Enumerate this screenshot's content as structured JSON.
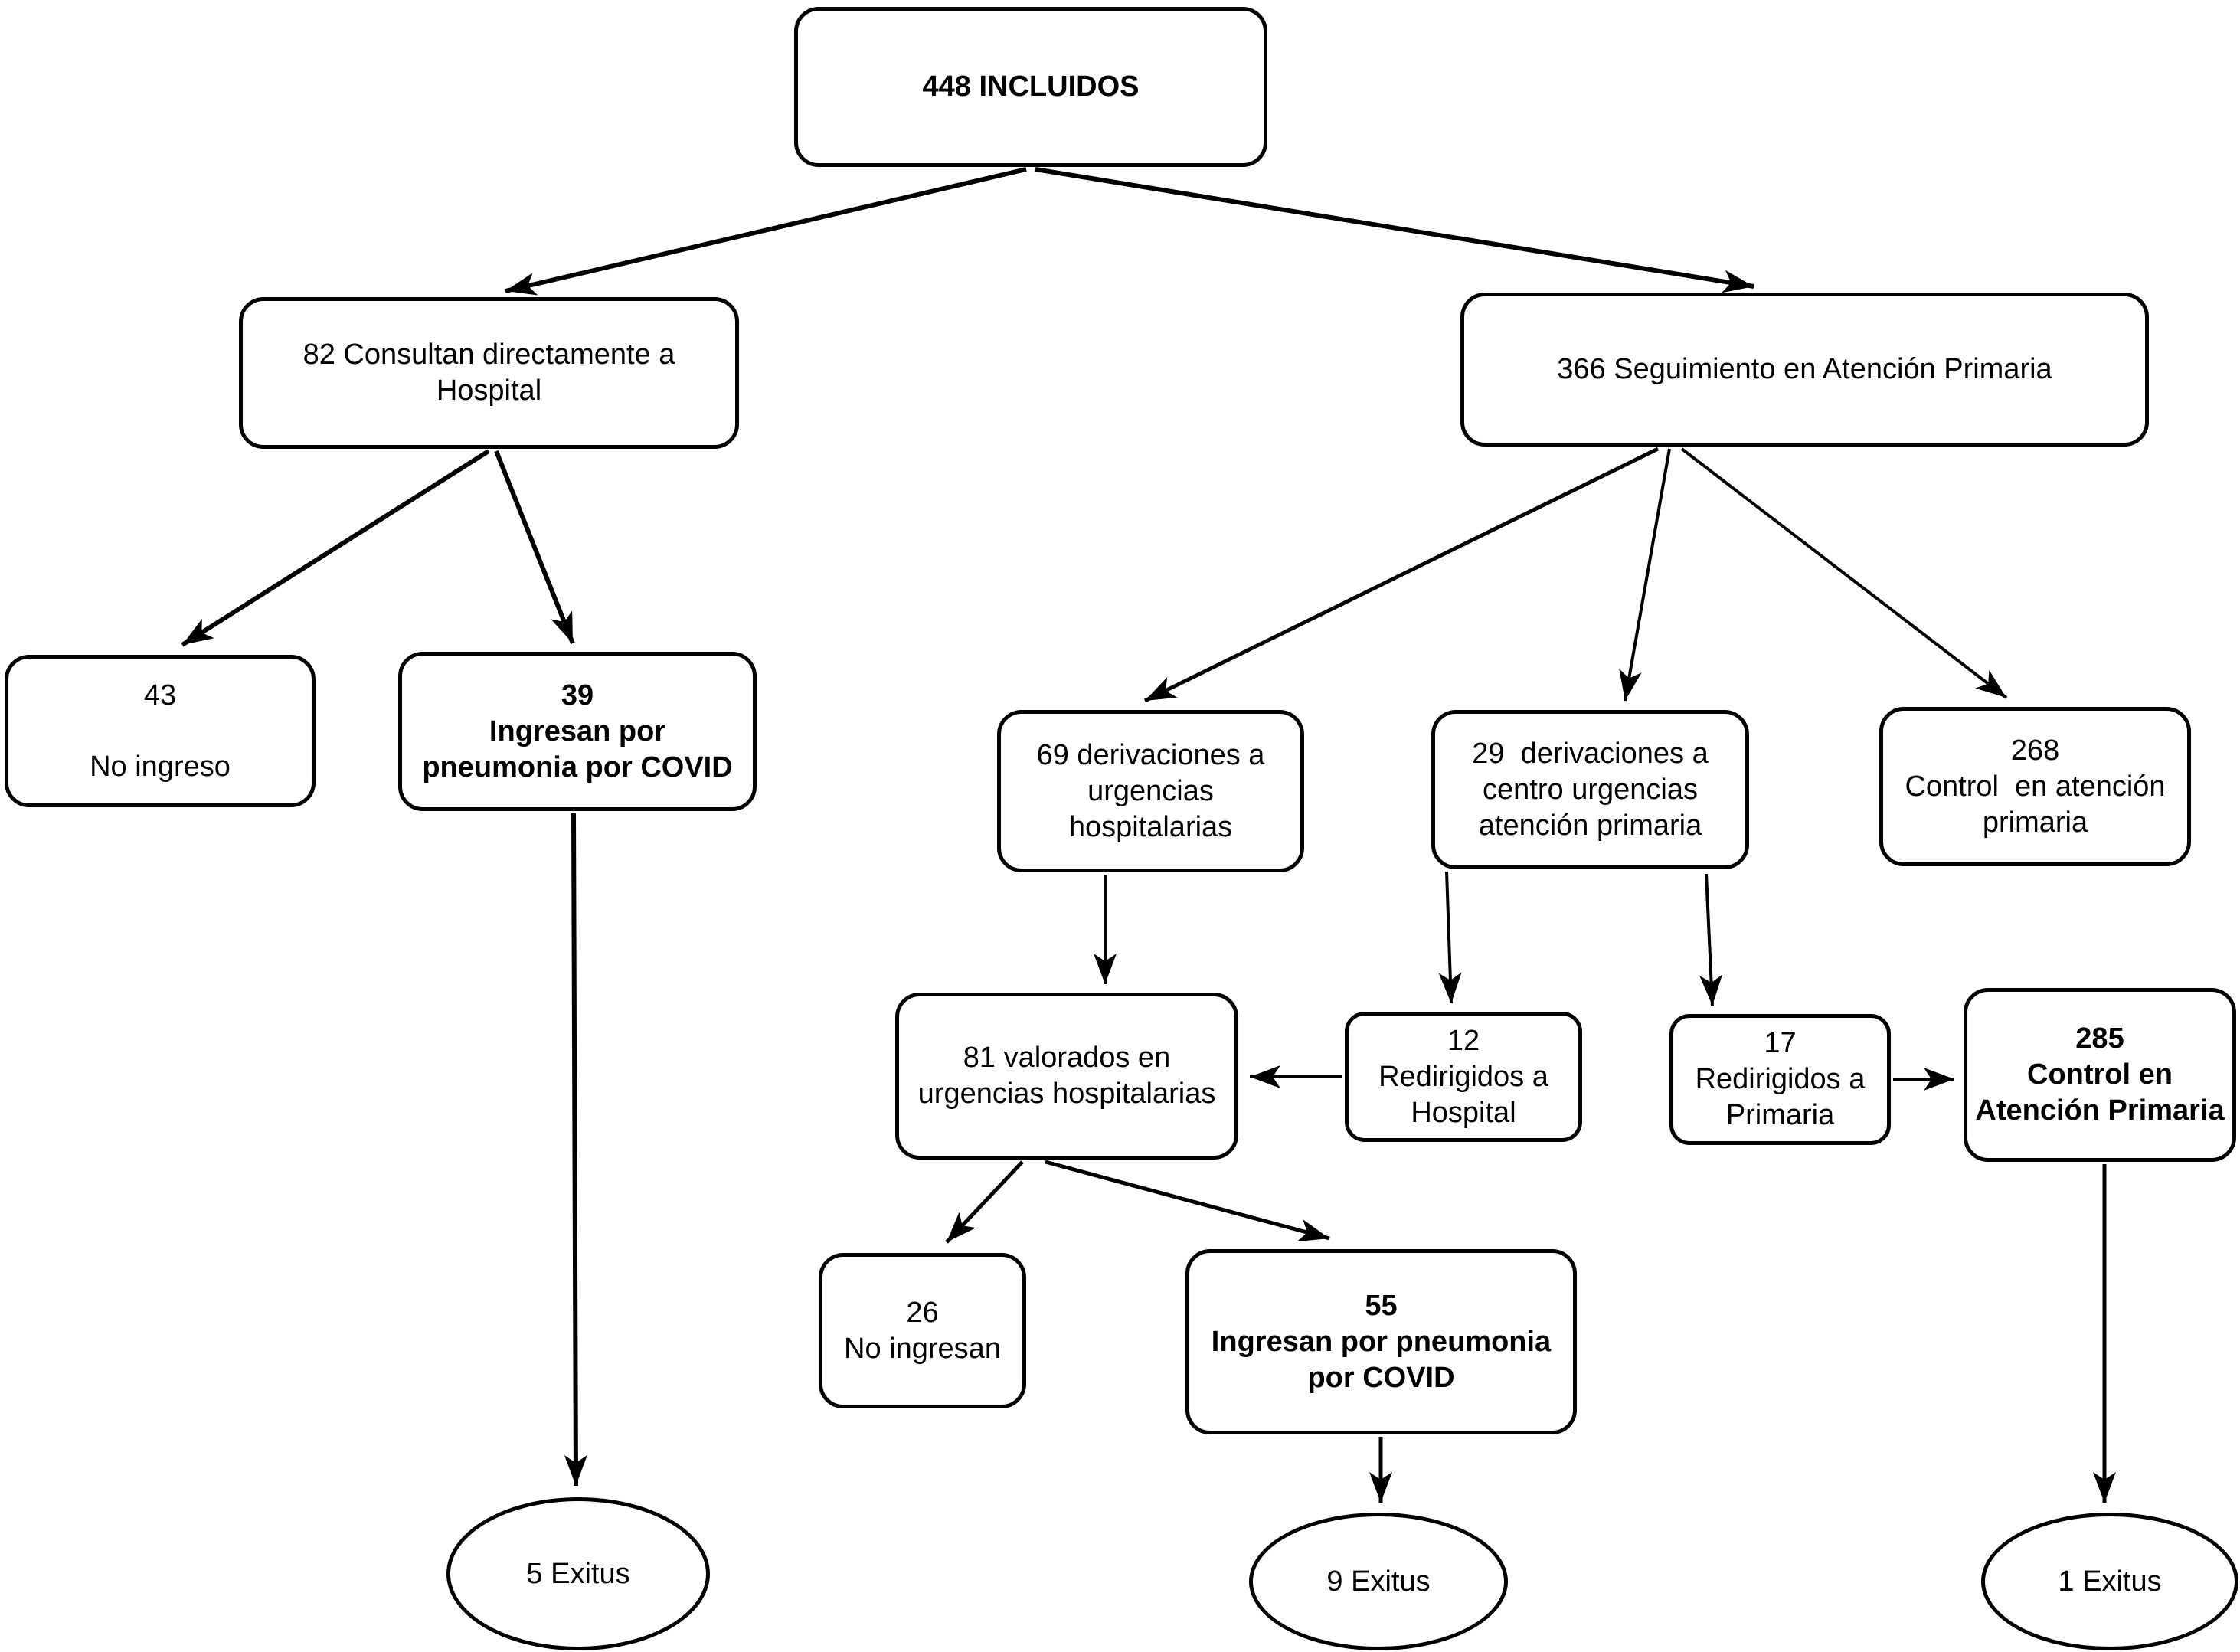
{
  "diagram": {
    "type": "flowchart",
    "background": "#ffffff",
    "line_color": "#000000",
    "box_fill": "#ffffff",
    "nodes": {
      "incluidos": {
        "lines": [
          "448 INCLUIDOS"
        ],
        "bold": true,
        "shape": "rounded-box"
      },
      "consultan_hospital": {
        "lines": [
          "82 Consultan directamente a",
          "Hospital"
        ],
        "bold": false,
        "shape": "rounded-box"
      },
      "seguimiento_ap": {
        "lines": [
          "366 Seguimiento en Atención Primaria"
        ],
        "bold": false,
        "shape": "rounded-box"
      },
      "no_ingreso_43": {
        "lines": [
          "43",
          "No ingreso"
        ],
        "bold": false,
        "shape": "rounded-box"
      },
      "ingresan_pneumonia_39": {
        "lines": [
          "39",
          "Ingresan por",
          "pneumonia por COVID"
        ],
        "bold": true,
        "shape": "rounded-box"
      },
      "derivaciones_urgencias_69": {
        "lines": [
          "69 derivaciones a",
          "urgencias",
          "hospitalarias"
        ],
        "bold": false,
        "shape": "rounded-box"
      },
      "derivaciones_centro_29": {
        "lines": [
          "29  derivaciones a",
          "centro urgencias",
          "atención primaria"
        ],
        "bold": false,
        "shape": "rounded-box"
      },
      "control_atencion_268": {
        "lines": [
          "268",
          "Control  en atención",
          "primaria"
        ],
        "bold": false,
        "shape": "rounded-box"
      },
      "valorados_urgencias_81": {
        "lines": [
          "81 valorados en",
          "urgencias hospitalarias"
        ],
        "bold": false,
        "shape": "rounded-box"
      },
      "redirigidos_hospital_12": {
        "lines": [
          "12",
          "Redirigidos a",
          "Hospital"
        ],
        "bold": false,
        "shape": "rounded-box"
      },
      "redirigidos_primaria_17": {
        "lines": [
          "17",
          "Redirigidos a",
          "Primaria"
        ],
        "bold": false,
        "shape": "rounded-box"
      },
      "control_atencion_285": {
        "lines": [
          "285",
          "Control en",
          "Atención Primaria"
        ],
        "bold": true,
        "shape": "rounded-box"
      },
      "no_ingresan_26": {
        "lines": [
          "26",
          "No ingresan"
        ],
        "bold": false,
        "shape": "rounded-box"
      },
      "ingresan_pneumonia_55": {
        "lines": [
          "55",
          "Ingresan por pneumonia",
          "por COVID"
        ],
        "bold": true,
        "shape": "rounded-box"
      },
      "exitus_5": {
        "lines": [
          "5 Exitus"
        ],
        "bold": false,
        "shape": "ellipse"
      },
      "exitus_9": {
        "lines": [
          "9 Exitus"
        ],
        "bold": false,
        "shape": "ellipse"
      },
      "exitus_1": {
        "lines": [
          "1 Exitus"
        ],
        "bold": false,
        "shape": "ellipse"
      }
    },
    "edges": [
      {
        "from": "incluidos",
        "to": "consultan_hospital"
      },
      {
        "from": "incluidos",
        "to": "seguimiento_ap"
      },
      {
        "from": "consultan_hospital",
        "to": "no_ingreso_43"
      },
      {
        "from": "consultan_hospital",
        "to": "ingresan_pneumonia_39"
      },
      {
        "from": "seguimiento_ap",
        "to": "derivaciones_urgencias_69"
      },
      {
        "from": "seguimiento_ap",
        "to": "derivaciones_centro_29"
      },
      {
        "from": "seguimiento_ap",
        "to": "control_atencion_268"
      },
      {
        "from": "derivaciones_urgencias_69",
        "to": "valorados_urgencias_81"
      },
      {
        "from": "derivaciones_centro_29",
        "to": "redirigidos_hospital_12"
      },
      {
        "from": "derivaciones_centro_29",
        "to": "redirigidos_primaria_17"
      },
      {
        "from": "redirigidos_hospital_12",
        "to": "valorados_urgencias_81"
      },
      {
        "from": "redirigidos_primaria_17",
        "to": "control_atencion_285"
      },
      {
        "from": "valorados_urgencias_81",
        "to": "no_ingresan_26"
      },
      {
        "from": "valorados_urgencias_81",
        "to": "ingresan_pneumonia_55"
      },
      {
        "from": "ingresan_pneumonia_39",
        "to": "exitus_5"
      },
      {
        "from": "ingresan_pneumonia_55",
        "to": "exitus_9"
      },
      {
        "from": "control_atencion_285",
        "to": "exitus_1"
      }
    ]
  }
}
